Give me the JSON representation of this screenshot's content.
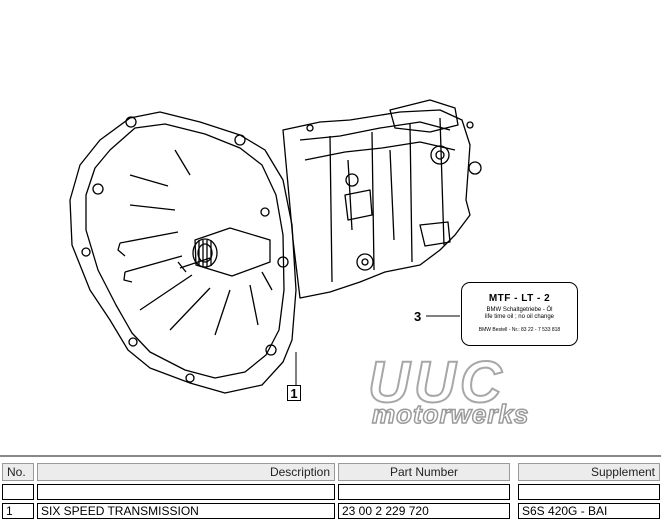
{
  "diagram": {
    "callouts": [
      "1",
      "3"
    ],
    "label_card": {
      "title": "MTF - LT - 2",
      "line1": "BMW Schaltgetriebe - Öl",
      "line2": "life time oil ; no oil change",
      "line3": "BMW Bestell - Nr.: 83 22 - 7 533 818"
    },
    "watermark": {
      "line1": "UUC",
      "line2": "motorwerks"
    }
  },
  "table": {
    "headers": {
      "no": "No.",
      "description": "Description",
      "part_number": "Part Number",
      "supplement": "Supplement"
    },
    "rows": [
      {
        "no": "1",
        "description": "SIX SPEED TRANSMISSION",
        "part_number": "23 00 2 229 720",
        "supplement": "S6S 420G - BAI"
      }
    ]
  },
  "colors": {
    "header_bg": "#ececec",
    "line": "#000000",
    "watermark_stroke": "#a7a7a7"
  }
}
